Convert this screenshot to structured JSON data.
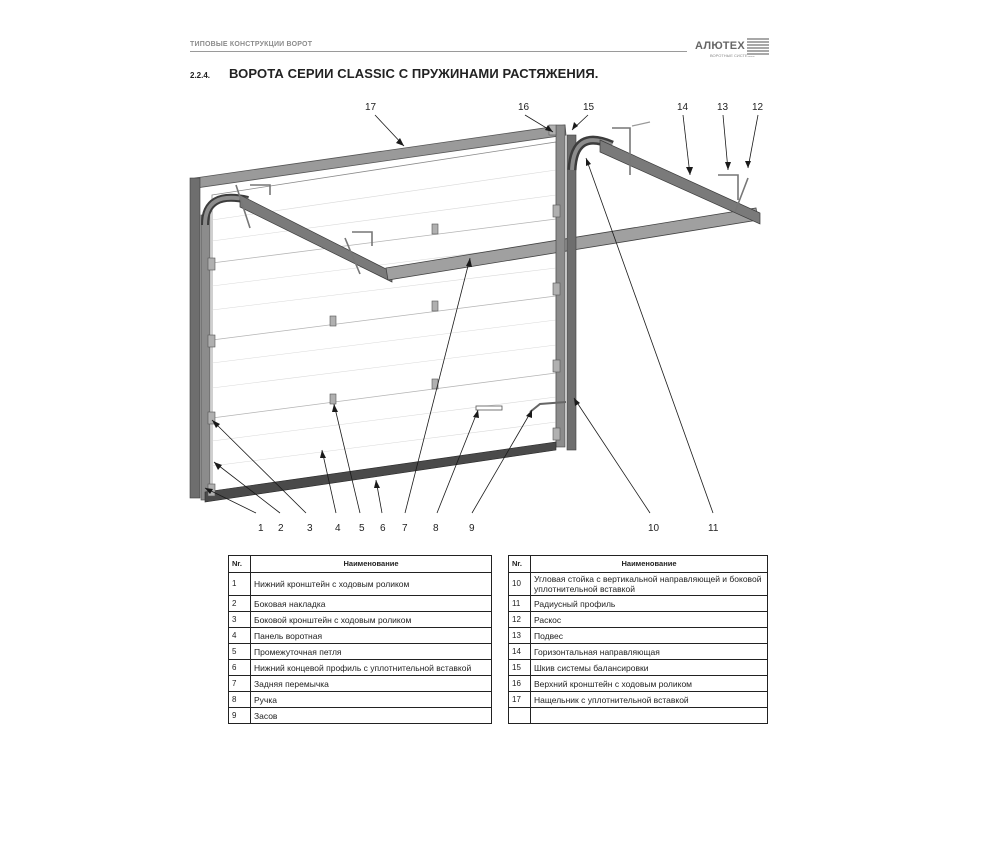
{
  "header": {
    "section_label": "ТИПОВЫЕ КОНСТРУКЦИИ ВОРОТ",
    "brand": "АЛЮТЕХ",
    "brand_sub": "ВОРОТНЫЕ СИСТЕМЫ"
  },
  "section": {
    "number": "2.2.4.",
    "title": "ВОРОТА СЕРИИ CLASSIC С ПРУЖИНАМИ РАСТЯЖЕНИЯ."
  },
  "callouts": [
    "1",
    "2",
    "3",
    "4",
    "5",
    "6",
    "7",
    "8",
    "9",
    "10",
    "11",
    "12",
    "13",
    "14",
    "15",
    "16",
    "17"
  ],
  "tables": {
    "left": {
      "headers": {
        "nr": "Nr.",
        "name": "Наименование"
      },
      "rows": [
        {
          "nr": "1",
          "name": "Нижний кронштейн с ходовым роликом"
        },
        {
          "nr": "2",
          "name": "Боковая накладка"
        },
        {
          "nr": "3",
          "name": "Боковой кронштейн с ходовым роликом"
        },
        {
          "nr": "4",
          "name": "Панель воротная"
        },
        {
          "nr": "5",
          "name": "Промежуточная петля"
        },
        {
          "nr": "6",
          "name": "Нижний концевой профиль с уплотнительной вставкой"
        },
        {
          "nr": "7",
          "name": "Задняя перемычка"
        },
        {
          "nr": "8",
          "name": "Ручка"
        },
        {
          "nr": "9",
          "name": "Засов"
        }
      ]
    },
    "right": {
      "headers": {
        "nr": "Nr.",
        "name": "Наименование"
      },
      "rows": [
        {
          "nr": "10",
          "name": "Угловая стойка с вертикальной направляющей и боковой уплотнительной вставкой"
        },
        {
          "nr": "11",
          "name": "Радиусный профиль"
        },
        {
          "nr": "12",
          "name": "Раскос"
        },
        {
          "nr": "13",
          "name": "Подвес"
        },
        {
          "nr": "14",
          "name": "Горизонтальная направляющая"
        },
        {
          "nr": "15",
          "name": "Шкив системы балансировки"
        },
        {
          "nr": "16",
          "name": "Верхний кронштейн с ходовым роликом"
        },
        {
          "nr": "17",
          "name": "Нащельник с уплотнительной вставкой"
        },
        {
          "nr": "",
          "name": ""
        }
      ]
    }
  },
  "colors": {
    "frame": "#6e6e6e",
    "panel": "#ffffff",
    "text": "#222222",
    "rule": "#9a9a9a"
  }
}
